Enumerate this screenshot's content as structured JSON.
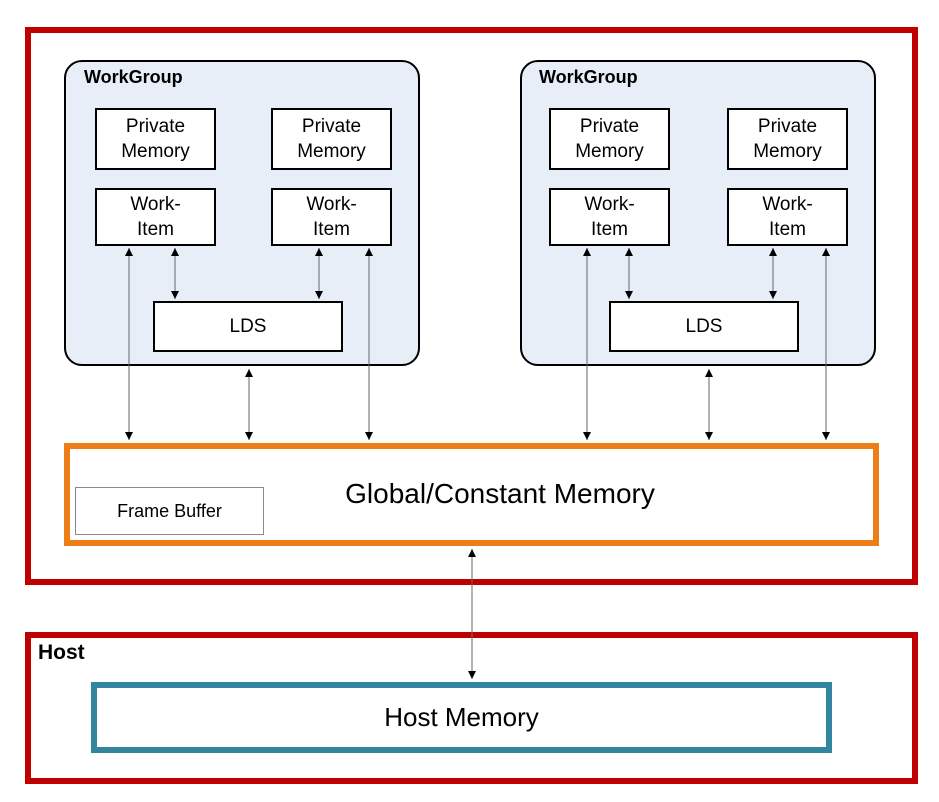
{
  "device": {
    "workgroups": [
      {
        "title": "WorkGroup",
        "private_memory": [
          "Private\nMemory",
          "Private\nMemory"
        ],
        "work_items": [
          "Work-\nItem",
          "Work-\nItem"
        ],
        "lds": "LDS"
      },
      {
        "title": "WorkGroup",
        "private_memory": [
          "Private\nMemory",
          "Private\nMemory"
        ],
        "work_items": [
          "Work-\nItem",
          "Work-\nItem"
        ],
        "lds": "LDS"
      }
    ],
    "global_memory": "Global/Constant Memory",
    "frame_buffer": "Frame Buffer"
  },
  "host": {
    "title": "Host",
    "memory": "Host Memory"
  },
  "colors": {
    "device_border": "#c00000",
    "global_memory_border": "#ed7d16",
    "host_memory_border": "#31859c",
    "workgroup_fill": "#e8eef8"
  }
}
